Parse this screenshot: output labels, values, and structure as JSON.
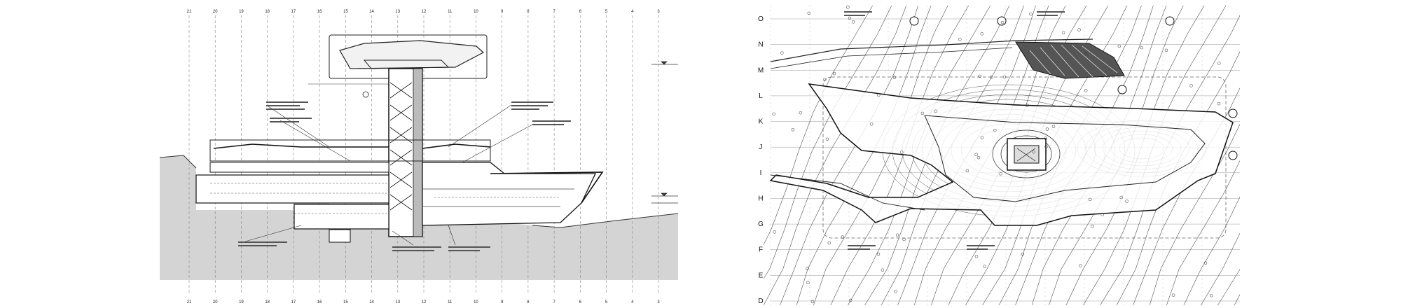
{
  "section": {
    "top_axis_labels": [
      "21",
      "20",
      "19",
      "18",
      "17",
      "16",
      "15",
      "14",
      "13",
      "12",
      "11",
      "10",
      "9",
      "8",
      "7",
      "6",
      "5",
      "4",
      "3"
    ],
    "bottom_axis_labels": [
      "21",
      "20",
      "19",
      "18",
      "17",
      "16",
      "15",
      "14",
      "13",
      "12",
      "11",
      "10",
      "9",
      "8",
      "7",
      "6",
      "5",
      "4",
      "3"
    ]
  },
  "plan": {
    "row_labels": [
      "O",
      "N",
      "M",
      "L",
      "K",
      "J",
      "I",
      "H",
      "G",
      "F",
      "E",
      "D"
    ]
  },
  "colors": {
    "ink": "#111111",
    "ground": "#d4d4d4",
    "line": "#555555"
  }
}
